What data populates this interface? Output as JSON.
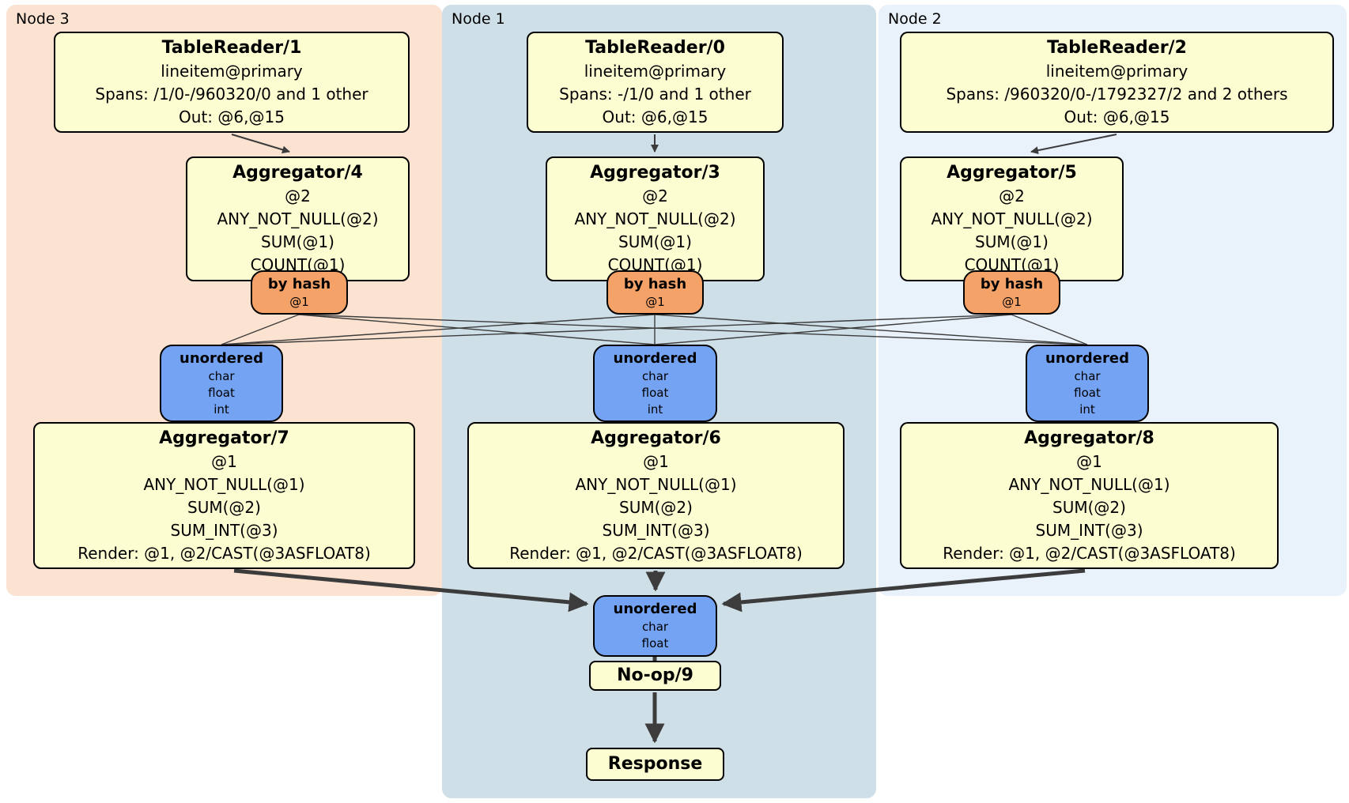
{
  "colors": {
    "node3_bg": "#fce2d1",
    "node1_bg": "#cfdfe7",
    "node2_bg": "#e9f1fb",
    "box_bg": "#fdfdd2",
    "router_bg": "#f5a269",
    "sync_bg": "#74a3f3",
    "edge": "#3c3c3c"
  },
  "node3": {
    "label": "Node 3",
    "tablereader": {
      "title": "TableReader/1",
      "lines": [
        "lineitem@primary",
        "Spans: /1/0-/960320/0 and 1 other",
        "Out: @6,@15"
      ]
    },
    "agg_top": {
      "title": "Aggregator/4",
      "lines": [
        "@2",
        "ANY_NOT_NULL(@2)",
        "SUM(@1)",
        "COUNT(@1)"
      ]
    },
    "router": {
      "title": "by hash",
      "lines": [
        "@1"
      ]
    },
    "sync": {
      "title": "unordered",
      "lines": [
        "char",
        "float",
        "int"
      ]
    },
    "agg_bottom": {
      "title": "Aggregator/7",
      "lines": [
        "@1",
        "ANY_NOT_NULL(@1)",
        "SUM(@2)",
        "SUM_INT(@3)",
        "Render: @1, @2/CAST(@3ASFLOAT8)"
      ]
    }
  },
  "node1": {
    "label": "Node 1",
    "tablereader": {
      "title": "TableReader/0",
      "lines": [
        "lineitem@primary",
        "Spans: -/1/0 and 1 other",
        "Out: @6,@15"
      ]
    },
    "agg_top": {
      "title": "Aggregator/3",
      "lines": [
        "@2",
        "ANY_NOT_NULL(@2)",
        "SUM(@1)",
        "COUNT(@1)"
      ]
    },
    "router": {
      "title": "by hash",
      "lines": [
        "@1"
      ]
    },
    "sync": {
      "title": "unordered",
      "lines": [
        "char",
        "float",
        "int"
      ]
    },
    "agg_bottom": {
      "title": "Aggregator/6",
      "lines": [
        "@1",
        "ANY_NOT_NULL(@1)",
        "SUM(@2)",
        "SUM_INT(@3)",
        "Render: @1, @2/CAST(@3ASFLOAT8)"
      ]
    },
    "final_sync": {
      "title": "unordered",
      "lines": [
        "char",
        "float"
      ]
    },
    "noop": {
      "title": "No-op/9"
    },
    "response": {
      "title": "Response"
    }
  },
  "node2": {
    "label": "Node 2",
    "tablereader": {
      "title": "TableReader/2",
      "lines": [
        "lineitem@primary",
        "Spans: /960320/0-/1792327/2 and 2 others",
        "Out: @6,@15"
      ]
    },
    "agg_top": {
      "title": "Aggregator/5",
      "lines": [
        "@2",
        "ANY_NOT_NULL(@2)",
        "SUM(@1)",
        "COUNT(@1)"
      ]
    },
    "router": {
      "title": "by hash",
      "lines": [
        "@1"
      ]
    },
    "sync": {
      "title": "unordered",
      "lines": [
        "char",
        "float",
        "int"
      ]
    },
    "agg_bottom": {
      "title": "Aggregator/8",
      "lines": [
        "@1",
        "ANY_NOT_NULL(@1)",
        "SUM(@2)",
        "SUM_INT(@3)",
        "Render: @1, @2/CAST(@3ASFLOAT8)"
      ]
    }
  }
}
